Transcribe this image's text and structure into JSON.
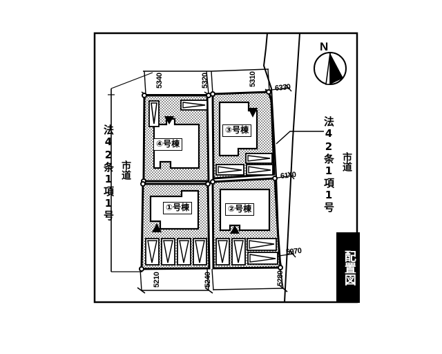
{
  "document": {
    "type": "site-plan",
    "legend_label": "配置図"
  },
  "compass": {
    "letter": "N",
    "name": "north-arrow"
  },
  "lots": [
    {
      "id": "lot-1",
      "label": "①号棟",
      "number": "1",
      "position": "bottom-left"
    },
    {
      "id": "lot-2",
      "label": "②号棟",
      "number": "2",
      "position": "bottom-right"
    },
    {
      "id": "lot-3",
      "label": "③号棟",
      "number": "3",
      "position": "top-right"
    },
    {
      "id": "lot-4",
      "label": "④号棟",
      "number": "4",
      "position": "top-left"
    }
  ],
  "dimensions": {
    "top": [
      {
        "value": "5340",
        "lot": "4"
      },
      {
        "value": "5320",
        "lot": "4-3"
      },
      {
        "value": "5310",
        "lot": "3"
      }
    ],
    "right": [
      {
        "value": "6330",
        "segment": "upper"
      },
      {
        "value": "6140",
        "segment": "middle"
      },
      {
        "value": "5970",
        "segment": "lower"
      }
    ],
    "bottom": [
      {
        "value": "5210",
        "lot": "1"
      },
      {
        "value": "5240",
        "lot": "1-2"
      },
      {
        "value": "5280",
        "lot": "2"
      }
    ]
  },
  "road_notes": {
    "left": {
      "law": "法42条1項1号",
      "road_type": "市道"
    },
    "right": {
      "law": "法42条1項1号",
      "road_type": "市道"
    }
  },
  "colors": {
    "ink": "#000000",
    "paper": "#ffffff",
    "lot_fill_dots": "#000000",
    "lot_fill_base": "#ffffff"
  }
}
